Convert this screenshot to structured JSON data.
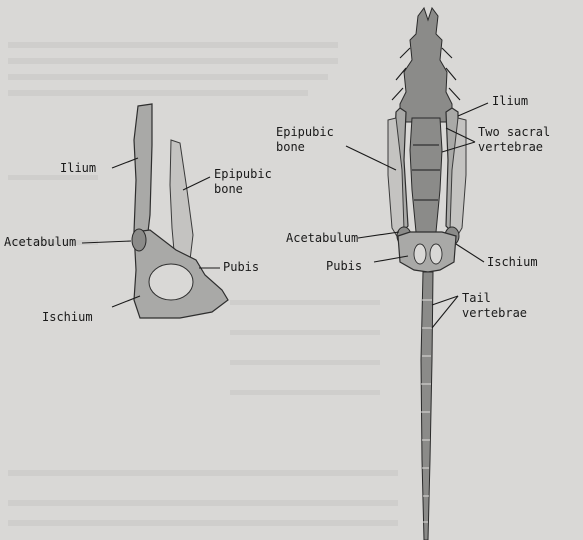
{
  "left_figure": {
    "ilium": "Ilium",
    "epipubic_bone": [
      "Epipubic",
      "bone"
    ],
    "acetabulum": "Acetabulum",
    "pubis": "Pubis",
    "ischium": "Ischium"
  },
  "right_figure": {
    "ilium": "Ilium",
    "epipubic_bone": [
      "Epipubic",
      "bone"
    ],
    "two_sacral_vertebrae": [
      "Two sacral",
      "vertebrae"
    ],
    "acetabulum": "Acetabulum",
    "pubis": "Pubis",
    "ischium": "Ischium",
    "tail_vertebrae": [
      "Tail",
      "vertebrae"
    ]
  }
}
